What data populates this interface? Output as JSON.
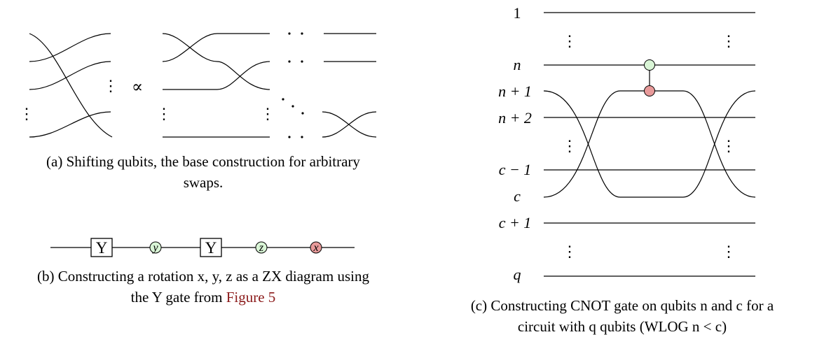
{
  "colors": {
    "link": "#8b1a1a",
    "green_spider": "#d9f5d6",
    "red_spider": "#e89a9a",
    "ink": "#000000"
  },
  "panel_a": {
    "proportional_symbol": "∝",
    "caption_line1": "(a) Shifting qubits, the base construction for arbitrary",
    "caption_line2": "swaps."
  },
  "panel_b": {
    "gates": [
      {
        "kind": "box",
        "label": "Y"
      },
      {
        "kind": "green-spider",
        "label": "y"
      },
      {
        "kind": "box",
        "label": "Y"
      },
      {
        "kind": "green-spider",
        "label": "z"
      },
      {
        "kind": "red-spider",
        "label": "x"
      }
    ],
    "caption_line1": "(b) Constructing a rotation x, y, z as a ZX diagram using",
    "caption_line2_text": "the Y gate from",
    "caption_line2_link": "Figure 5"
  },
  "panel_c": {
    "wire_labels": [
      "1",
      "n",
      "n + 1",
      "n + 2",
      "c − 1",
      "c",
      "c + 1",
      "q"
    ],
    "caption_line1": "(c) Constructing CNOT gate on qubits n and c for a",
    "caption_line2": "circuit with q qubits (WLOG n < c)"
  }
}
